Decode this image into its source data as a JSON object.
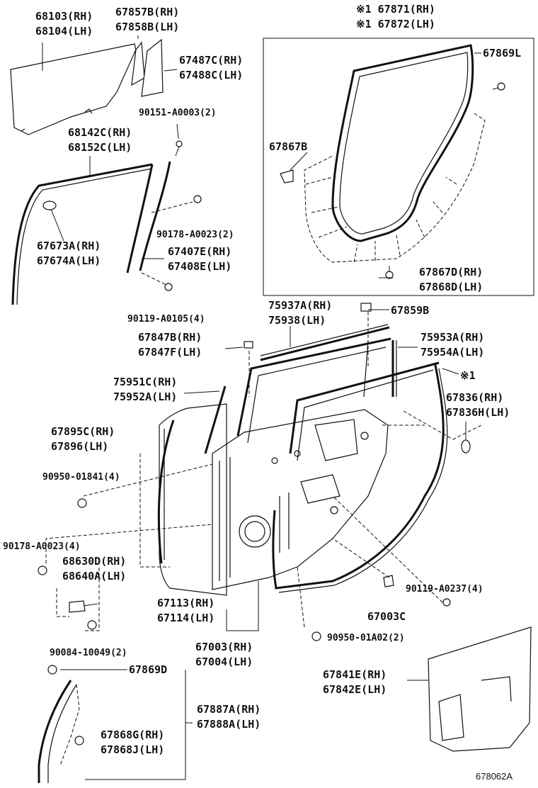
{
  "figure_number": "678062A",
  "callouts": [
    {
      "id": "l1a",
      "text": "68103(RH)"
    },
    {
      "id": "l1b",
      "text": "68104(LH)"
    },
    {
      "id": "l2a",
      "text": "67857B(RH)"
    },
    {
      "id": "l2b",
      "text": "67858B(LH)"
    },
    {
      "id": "l3a",
      "text": "67487C(RH)"
    },
    {
      "id": "l3b",
      "text": "67488C(LH)"
    },
    {
      "id": "l4",
      "text": "90151-A0003(2)"
    },
    {
      "id": "l5a",
      "text": "68142C(RH)"
    },
    {
      "id": "l5b",
      "text": "68152C(LH)"
    },
    {
      "id": "l6",
      "text": "90178-A0023(2)"
    },
    {
      "id": "l7a",
      "text": "67673A(RH)"
    },
    {
      "id": "l7b",
      "text": "67674A(LH)"
    },
    {
      "id": "l8a",
      "text": "67407E(RH)"
    },
    {
      "id": "l8b",
      "text": "67408E(LH)"
    },
    {
      "id": "l9",
      "text": "90119-A0105(4)"
    },
    {
      "id": "l10a",
      "text": "※1 67871(RH)"
    },
    {
      "id": "l10b",
      "text": "※1 67872(LH)"
    },
    {
      "id": "l11",
      "text": "67869L"
    },
    {
      "id": "l12",
      "text": "67867B"
    },
    {
      "id": "l13a",
      "text": "67867D(RH)"
    },
    {
      "id": "l13b",
      "text": "67868D(LH)"
    },
    {
      "id": "l14a",
      "text": "75937A(RH)"
    },
    {
      "id": "l14b",
      "text": "75938(LH)"
    },
    {
      "id": "l15",
      "text": "67859B"
    },
    {
      "id": "l16a",
      "text": "67847B(RH)"
    },
    {
      "id": "l16b",
      "text": "67847F(LH)"
    },
    {
      "id": "l17a",
      "text": "75953A(RH)"
    },
    {
      "id": "l17b",
      "text": "75954A(LH)"
    },
    {
      "id": "l18",
      "text": "※1"
    },
    {
      "id": "l19a",
      "text": "75951C(RH)"
    },
    {
      "id": "l19b",
      "text": "75952A(LH)"
    },
    {
      "id": "l20a",
      "text": "67836(RH)"
    },
    {
      "id": "l20b",
      "text": "67836H(LH)"
    },
    {
      "id": "l21a",
      "text": "67895C(RH)"
    },
    {
      "id": "l21b",
      "text": "67896(LH)"
    },
    {
      "id": "l22",
      "text": "90950-01841(4)"
    },
    {
      "id": "l23",
      "text": "90178-A0023(4)"
    },
    {
      "id": "l24a",
      "text": "68630D(RH)"
    },
    {
      "id": "l24b",
      "text": "68640A(LH)"
    },
    {
      "id": "l25",
      "text": "90119-A0237(4)"
    },
    {
      "id": "l26a",
      "text": "67113(RH)"
    },
    {
      "id": "l26b",
      "text": "67114(LH)"
    },
    {
      "id": "l27",
      "text": "67003C"
    },
    {
      "id": "l28",
      "text": "90084-10049(2)"
    },
    {
      "id": "l29a",
      "text": "67003(RH)"
    },
    {
      "id": "l29b",
      "text": "67004(LH)"
    },
    {
      "id": "l30",
      "text": "90950-01A02(2)"
    },
    {
      "id": "l31",
      "text": "67869D"
    },
    {
      "id": "l32a",
      "text": "67841E(RH)"
    },
    {
      "id": "l32b",
      "text": "67842E(LH)"
    },
    {
      "id": "l33a",
      "text": "67887A(RH)"
    },
    {
      "id": "l33b",
      "text": "67888A(LH)"
    },
    {
      "id": "l34a",
      "text": "67868G(RH)"
    },
    {
      "id": "l34b",
      "text": "67868J(LH)"
    }
  ]
}
